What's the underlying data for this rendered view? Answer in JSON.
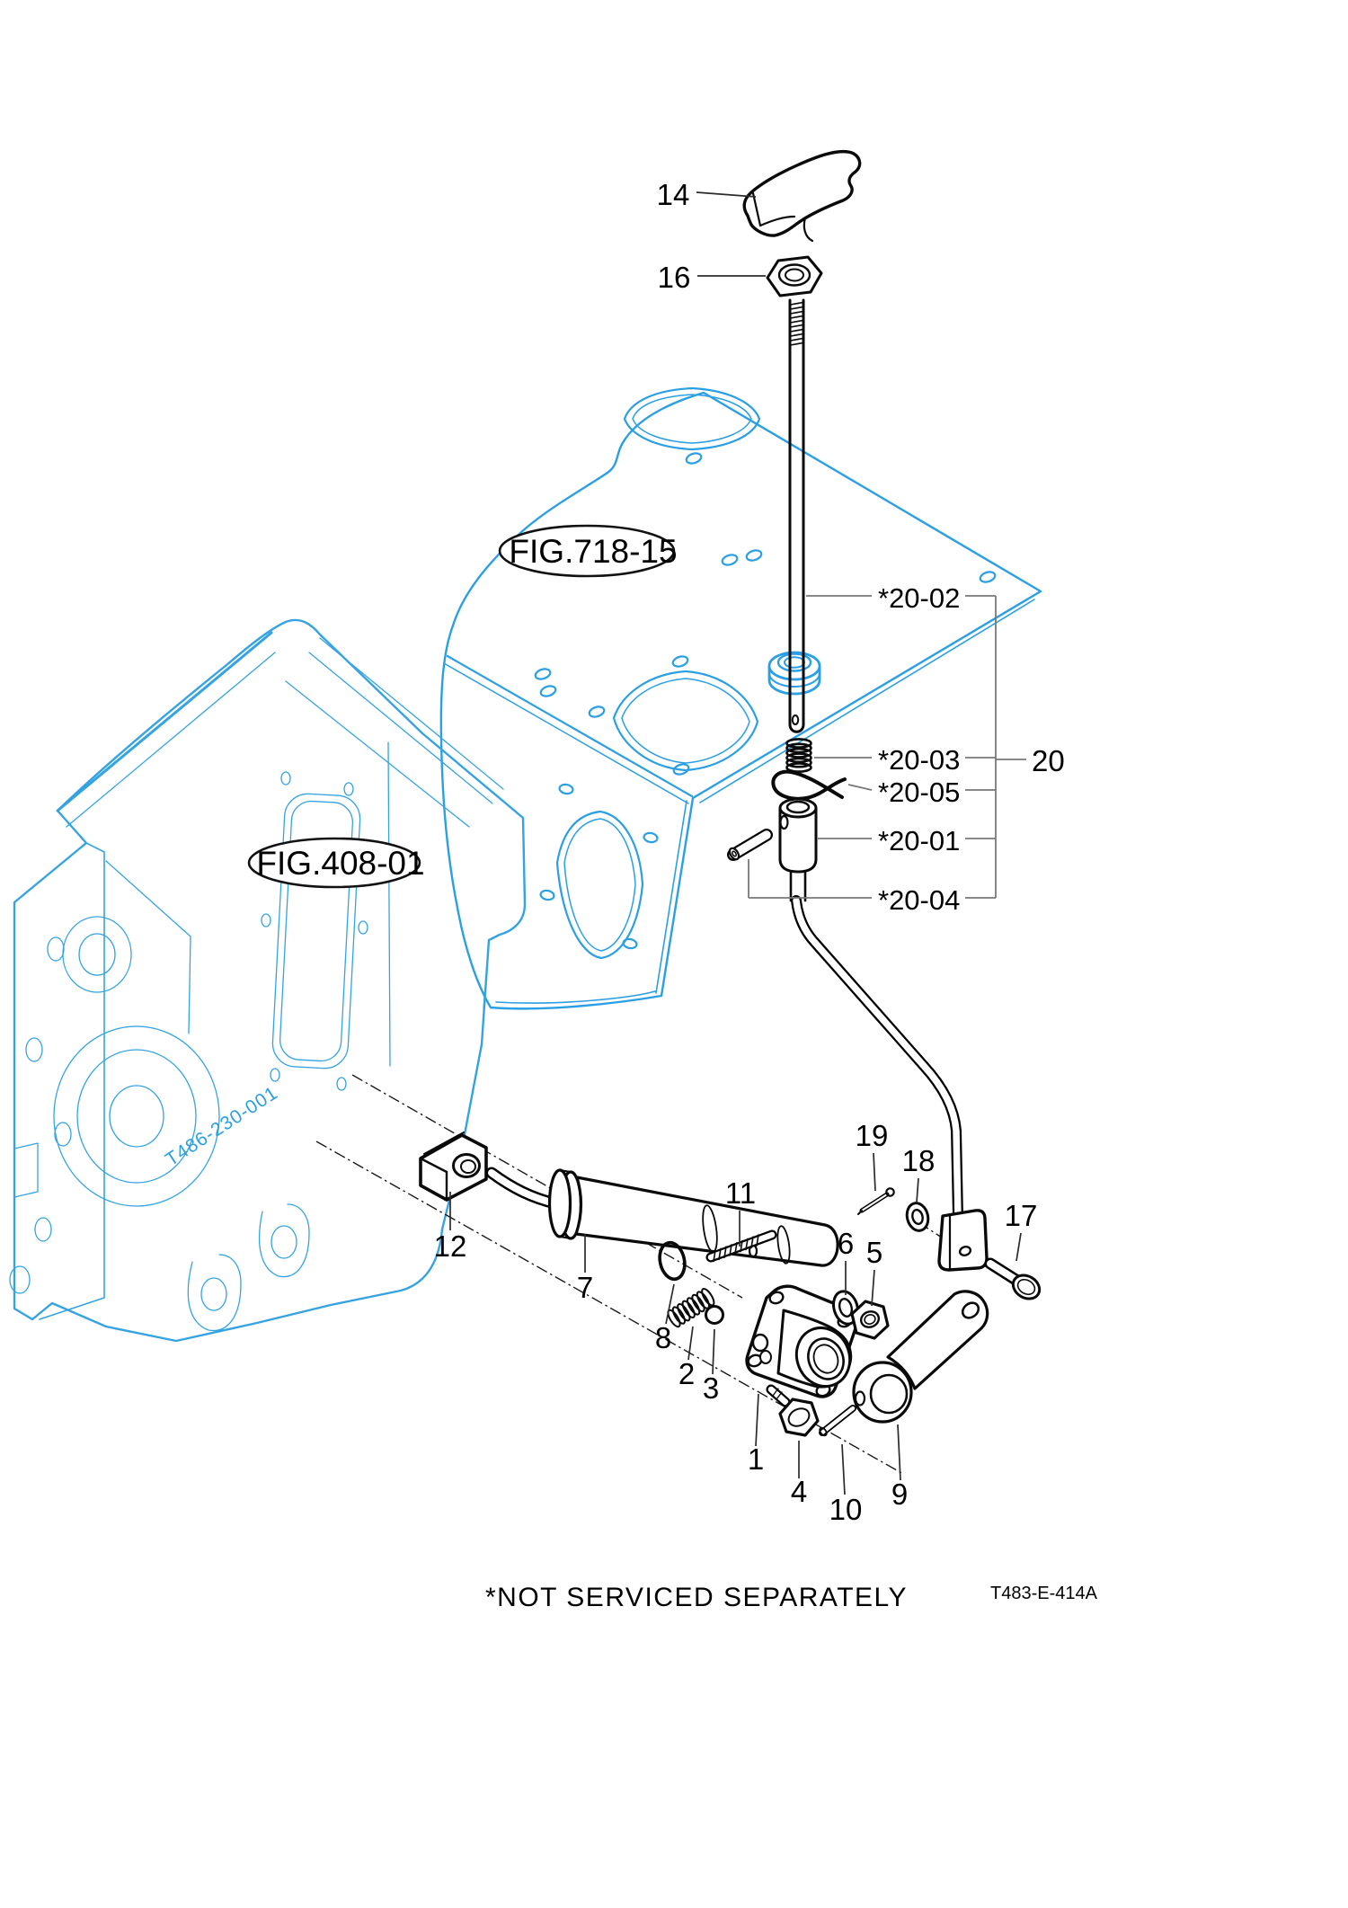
{
  "diagram": {
    "note": "*NOT SERVICED SEPARATELY",
    "drawing_code": "T483-E-414A",
    "references": {
      "panel": "FIG.718-15",
      "case": "FIG.408-01",
      "casting_number": "T486-230-001"
    },
    "group_label": "20",
    "callouts": {
      "n1": "1",
      "n2": "2",
      "n3": "3",
      "n4": "4",
      "n5": "5",
      "n6": "6",
      "n7": "7",
      "n8": "8",
      "n9": "9",
      "n10": "10",
      "n11": "11",
      "n12": "12",
      "n14": "14",
      "n16": "16",
      "n17": "17",
      "n18": "18",
      "n19": "19"
    },
    "sub_callouts": {
      "s2002": "*20-02",
      "s2003": "*20-03",
      "s2005": "*20-05",
      "s2001": "*20-01",
      "s2004": "*20-04"
    },
    "colors": {
      "reference_blue": "#2b9fe4",
      "part_line": "#000000"
    }
  }
}
